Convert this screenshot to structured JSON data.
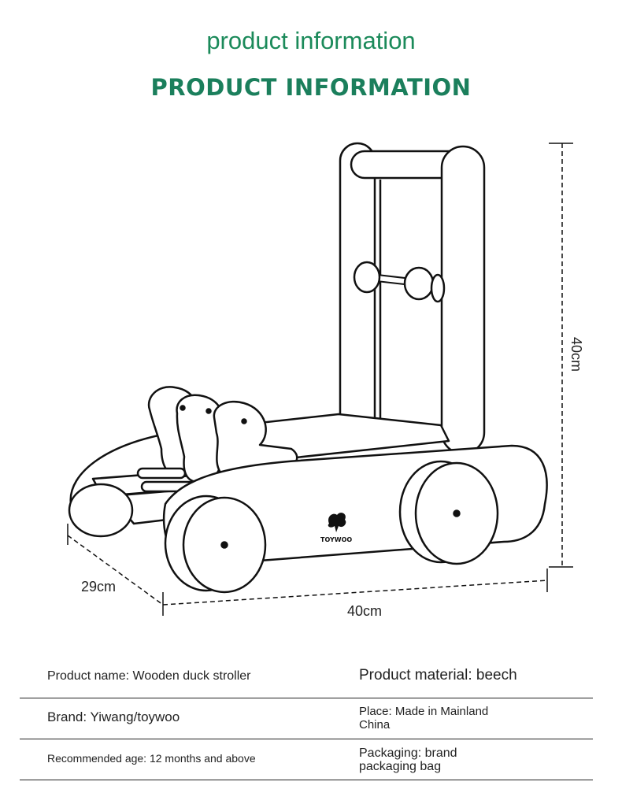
{
  "header": {
    "title": "product information",
    "subtitle": "PRODUCT INFORMATION"
  },
  "dimensions": {
    "height": "40cm",
    "depth": "29cm",
    "width": "40cm"
  },
  "logo": {
    "text": "TOYWOO"
  },
  "colors": {
    "accent": "#1b8a5a",
    "line": "#111111"
  },
  "specs": [
    {
      "left": "Product name: Wooden duck stroller",
      "right": "Product material: beech"
    },
    {
      "left": "Brand: Yiwang/toywoo",
      "right_line1": "Place: Made in Mainland",
      "right_line2": "China"
    },
    {
      "left": "Recommended age: 12 months and above",
      "right_line1": "Packaging: brand",
      "right_line2": "packaging bag"
    }
  ]
}
